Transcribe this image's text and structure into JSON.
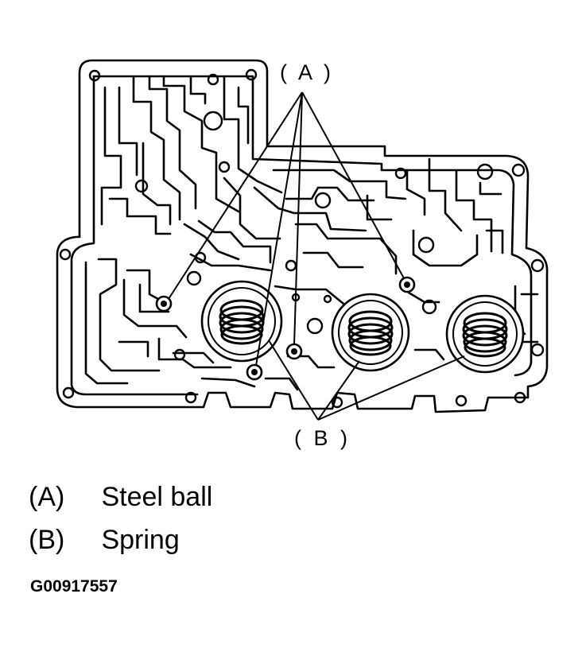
{
  "callouts": {
    "a": "( A )",
    "b": "( B )"
  },
  "legend": [
    {
      "key": "(A)",
      "text": "Steel ball"
    },
    {
      "key": "(B)",
      "text": "Spring"
    }
  ],
  "figure_id": "G00917557"
}
